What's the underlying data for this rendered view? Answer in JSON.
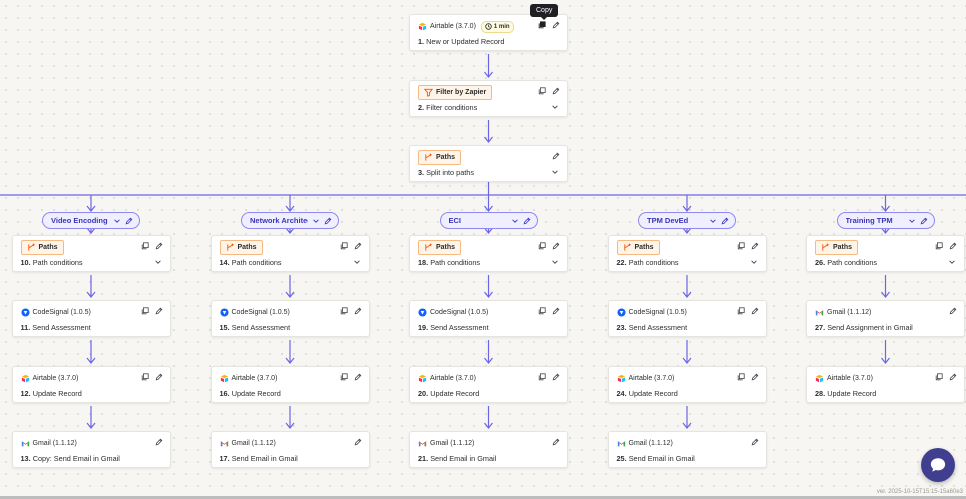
{
  "tooltip": "Copy",
  "version": "ver. 2025-10-15T15:15-15a60e3",
  "top_steps": [
    {
      "app": "Airtable (3.7.0)",
      "icon": "airtable-icon",
      "number": "1.",
      "title": "New or Updated Record",
      "time": "1 min",
      "copy": true,
      "chevron": false,
      "badge": false
    },
    {
      "app": "Filter by Zapier",
      "icon": "filter-icon",
      "number": "2.",
      "title": "Filter conditions",
      "copy": true,
      "chevron": true,
      "badge": true
    },
    {
      "app": "Paths",
      "icon": "paths-icon",
      "number": "3.",
      "title": "Split into paths",
      "copy": false,
      "chevron": true,
      "badge": true
    }
  ],
  "branches": [
    {
      "name": "Video Encoding",
      "steps": [
        {
          "app": "Paths",
          "icon": "paths-icon",
          "number": "10.",
          "title": "Path conditions",
          "copy": true,
          "chevron": true,
          "badge": true
        },
        {
          "app": "CodeSignal (1.0.5)",
          "icon": "codesignal-icon",
          "number": "11.",
          "title": "Send Assessment",
          "copy": true
        },
        {
          "app": "Airtable (3.7.0)",
          "icon": "airtable-icon",
          "number": "12.",
          "title": "Update Record",
          "copy": true
        },
        {
          "app": "Gmail (1.1.12)",
          "icon": "gmail-icon",
          "number": "13.",
          "title": "Copy: Send Email in Gmail",
          "copy": false
        }
      ]
    },
    {
      "name": "Network Architecture",
      "steps": [
        {
          "app": "Paths",
          "icon": "paths-icon",
          "number": "14.",
          "title": "Path conditions",
          "copy": true,
          "chevron": true,
          "badge": true
        },
        {
          "app": "CodeSignal (1.0.5)",
          "icon": "codesignal-icon",
          "number": "15.",
          "title": "Send Assessment",
          "copy": true
        },
        {
          "app": "Airtable (3.7.0)",
          "icon": "airtable-icon",
          "number": "16.",
          "title": "Update Record",
          "copy": true
        },
        {
          "app": "Gmail (1.1.12)",
          "icon": "gmail-icon",
          "number": "17.",
          "title": "Send Email in Gmail",
          "copy": false
        }
      ]
    },
    {
      "name": "ECI",
      "steps": [
        {
          "app": "Paths",
          "icon": "paths-icon",
          "number": "18.",
          "title": "Path conditions",
          "copy": true,
          "chevron": true,
          "badge": true
        },
        {
          "app": "CodeSignal (1.0.5)",
          "icon": "codesignal-icon",
          "number": "19.",
          "title": "Send Assessment",
          "copy": true
        },
        {
          "app": "Airtable (3.7.0)",
          "icon": "airtable-icon",
          "number": "20.",
          "title": "Update Record",
          "copy": true
        },
        {
          "app": "Gmail (1.1.12)",
          "icon": "gmail-icon",
          "number": "21.",
          "title": "Send Email in Gmail",
          "copy": false
        }
      ]
    },
    {
      "name": "TPM DevEd",
      "steps": [
        {
          "app": "Paths",
          "icon": "paths-icon",
          "number": "22.",
          "title": "Path conditions",
          "copy": true,
          "chevron": true,
          "badge": true
        },
        {
          "app": "CodeSignal (1.0.5)",
          "icon": "codesignal-icon",
          "number": "23.",
          "title": "Send Assessment",
          "copy": true
        },
        {
          "app": "Airtable (3.7.0)",
          "icon": "airtable-icon",
          "number": "24.",
          "title": "Update Record",
          "copy": true
        },
        {
          "app": "Gmail (1.1.12)",
          "icon": "gmail-icon",
          "number": "25.",
          "title": "Send Email in Gmail",
          "copy": false
        }
      ]
    },
    {
      "name": "Training TPM",
      "steps": [
        {
          "app": "Paths",
          "icon": "paths-icon",
          "number": "26.",
          "title": "Path conditions",
          "copy": true,
          "chevron": true,
          "badge": true
        },
        {
          "app": "Gmail (1.1.12)",
          "icon": "gmail-icon",
          "number": "27.",
          "title": "Send Assignment in Gmail",
          "copy": false
        },
        {
          "app": "Airtable (3.7.0)",
          "icon": "airtable-icon",
          "number": "28.",
          "title": "Update Record",
          "copy": true
        }
      ]
    }
  ],
  "colors": {
    "accent": "#6b66e6",
    "connector": "#6b66e6",
    "paths_badge_bg": "#fff4e8",
    "paths_badge_border": "#f5b983",
    "chat_button": "#403f8f"
  }
}
